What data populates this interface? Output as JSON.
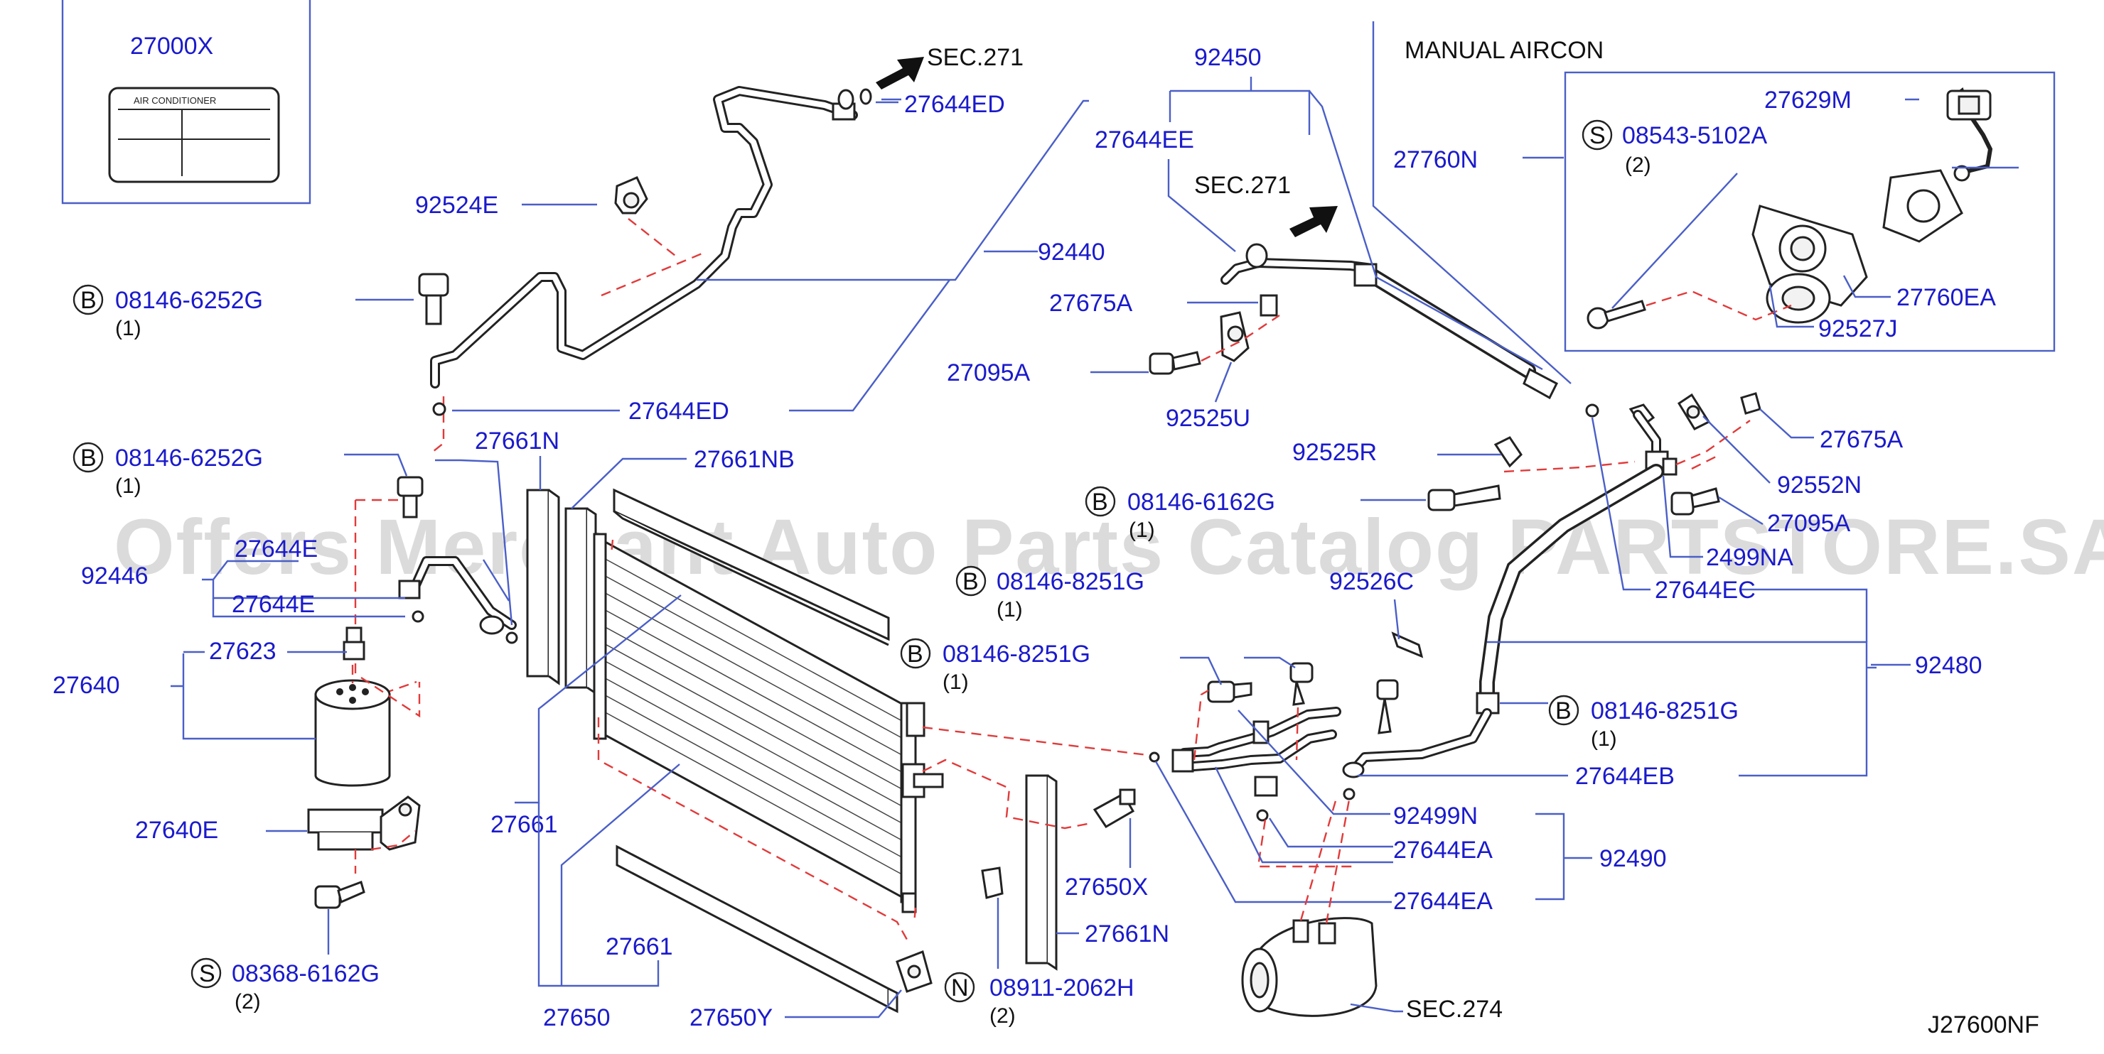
{
  "watermark": "Offers Merchant Auto Parts Catalog PARTSTORE.SA",
  "diagram_code": "J27600NF",
  "label_card": {
    "part_no": "27000X",
    "header": "AIR    CONDITIONER"
  },
  "section_labels": {
    "manual_aircon": "MANUAL   AIRCON",
    "sec271_top": "SEC.271",
    "sec271_mid": "SEC.271",
    "sec274": "SEC.274"
  },
  "circle_letters": {
    "B": "B",
    "S": "S",
    "N": "N"
  },
  "bolts": {
    "b1_part": "08146-6252G",
    "b1_qty": "(1)",
    "b2_part": "08146-6252G",
    "b2_qty": "(1)",
    "b3_part": "08146-6162G",
    "b3_qty": "(1)",
    "b4_part": "08146-8251G",
    "b4_qty": "(1)",
    "b5_part": "08146-8251G",
    "b5_qty": "(1)",
    "b6_part": "08146-8251G",
    "b6_qty": "(1)",
    "s1_part": "08543-5102A",
    "s1_qty": "(2)",
    "s2_part": "08368-6162G",
    "s2_qty": "(2)",
    "n1_part": "08911-2062H",
    "n1_qty": "(2)"
  },
  "parts": {
    "p27644ED_a": "27644ED",
    "p27644ED_b": "27644ED",
    "p92524E": "92524E",
    "p92440": "92440",
    "p92450": "92450",
    "p27644EE": "27644EE",
    "p27760N": "27760N",
    "p27629M": "27629M",
    "p27760EA": "27760EA",
    "p92527J": "92527J",
    "p27675A_a": "27675A",
    "p27095A_a": "27095A",
    "p92525U": "92525U",
    "p27675A_b": "27675A",
    "p92552N": "92552N",
    "p92525R": "92525R",
    "p27095A_b": "27095A",
    "p2499NA": "2499NA",
    "p27644EC": "27644EC",
    "p92526C": "92526C",
    "p92480": "92480",
    "p27644EB": "27644EB",
    "p92499N": "92499N",
    "p27644EA_a": "27644EA",
    "p92490": "92490",
    "p27644EA_b": "27644EA",
    "p27661N_a": "27661N",
    "p27661NB": "27661NB",
    "p92446": "92446",
    "p27644E_a": "27644E",
    "p27644E_b": "27644E",
    "p27623": "27623",
    "p27640": "27640",
    "p27640E": "27640E",
    "p27661_a": "27661",
    "p27661_b": "27661",
    "p27650": "27650",
    "p27650Y": "27650Y",
    "p27650X": "27650X",
    "p27661N_b": "27661N"
  },
  "colors": {
    "part_link": "#1a1acc",
    "leader_line": "#4a5fc8",
    "dashed_line": "#e23a3a",
    "drawing": "#222222"
  }
}
